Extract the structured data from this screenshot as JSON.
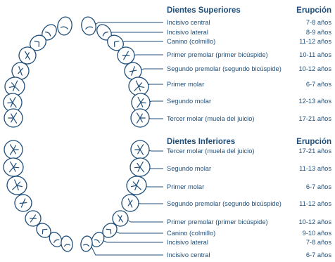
{
  "upper": {
    "title": "Dientes Superiores",
    "age_header": "Erupción",
    "rows": [
      {
        "label": "Incisivo central",
        "age": "7-8 años"
      },
      {
        "label": "Incisivo lateral",
        "age": "8-9 años"
      },
      {
        "label": "Canino (colmillo)",
        "age": "11-12 años"
      },
      {
        "label": "Primer premolar (primer bicúspide)",
        "age": "10-11 años"
      },
      {
        "label": "Segundo premolar (segundo bicúspide)",
        "age": "10-12 años"
      },
      {
        "label": "Primer molar",
        "age": "6-7 años"
      },
      {
        "label": "Segundo molar",
        "age": "12-13 años"
      },
      {
        "label": "Tercer molar (muela del juicio)",
        "age": "17-21 años"
      }
    ]
  },
  "lower": {
    "title": "Dientes Inferiores",
    "age_header": "Erupción",
    "rows": [
      {
        "label": "Tercer molar (muela del juicio)",
        "age": "17-21 años"
      },
      {
        "label": "Segundo molar",
        "age": "11-13 años"
      },
      {
        "label": "Primer molar",
        "age": "6-7 años"
      },
      {
        "label": "Segundo premolar (segundo bicúspide)",
        "age": "11-12 años"
      },
      {
        "label": "Primer premolar (primer bicúspide)",
        "age": "10-12 años"
      },
      {
        "label": "Canino (colmillo)",
        "age": "9-10 años"
      },
      {
        "label": "Incisivo lateral",
        "age": "7-8 años"
      },
      {
        "label": "Incisivo central",
        "age": "6-7 años"
      }
    ]
  },
  "colors": {
    "ink": "#1f4e79",
    "background": "#ffffff"
  }
}
